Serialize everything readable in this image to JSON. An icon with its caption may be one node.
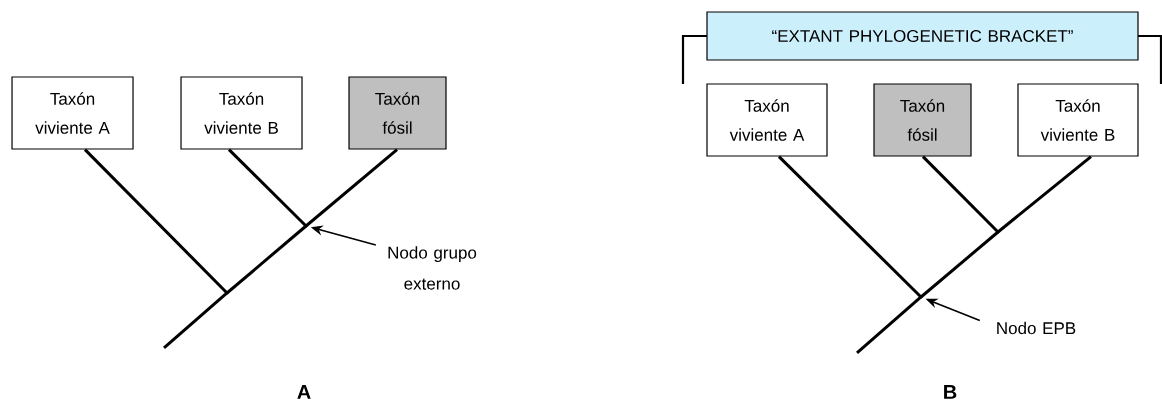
{
  "diagram": {
    "nodes": [
      {
        "text": [
          "Taxón viviente A"
        ]
      },
      {
        "text": [
          "Taxón viviente B"
        ]
      },
      {
        "text": [
          "Taxón fósil"
        ]
      },
      {
        "text": [],
        "shape": "point"
      },
      {
        "text": [],
        "shape": "point"
      },
      {
        "text": [
          "Nodo grupo externo"
        ]
      },
      {
        "text": [
          "“EXTANT PHYLOGENETIC BRACKET”"
        ]
      },
      {
        "text": [
          "Taxón viviente A"
        ]
      },
      {
        "text": [
          "Taxón fósil"
        ]
      },
      {
        "text": [
          "Taxón viviente B"
        ]
      },
      {
        "text": [],
        "shape": "point"
      },
      {
        "text": [],
        "shape": "point"
      },
      {
        "text": [
          "Nodo EPB"
        ]
      }
    ],
    "edges": [
      {
        "from": 0,
        "to": 4,
        "arrow": "none"
      },
      {
        "from": 1,
        "to": 3,
        "arrow": "none"
      },
      {
        "from": 2,
        "to": 3,
        "arrow": "none"
      },
      {
        "from": 3,
        "to": 4,
        "arrow": "none"
      },
      {
        "from": null,
        "to": 4,
        "arrow": "none"
      },
      {
        "from": 5,
        "to": 3,
        "arrow": "to"
      },
      {
        "from": 7,
        "to": 11,
        "arrow": "none"
      },
      {
        "from": 8,
        "to": 10,
        "arrow": "none"
      },
      {
        "from": 9,
        "to": 10,
        "arrow": "none"
      },
      {
        "from": 10,
        "to": 11,
        "arrow": "none"
      },
      {
        "from": null,
        "to": 11,
        "arrow": "none"
      },
      {
        "from": 12,
        "to": 11,
        "arrow": "to"
      }
    ],
    "labels": [
      "A",
      "B"
    ]
  }
}
